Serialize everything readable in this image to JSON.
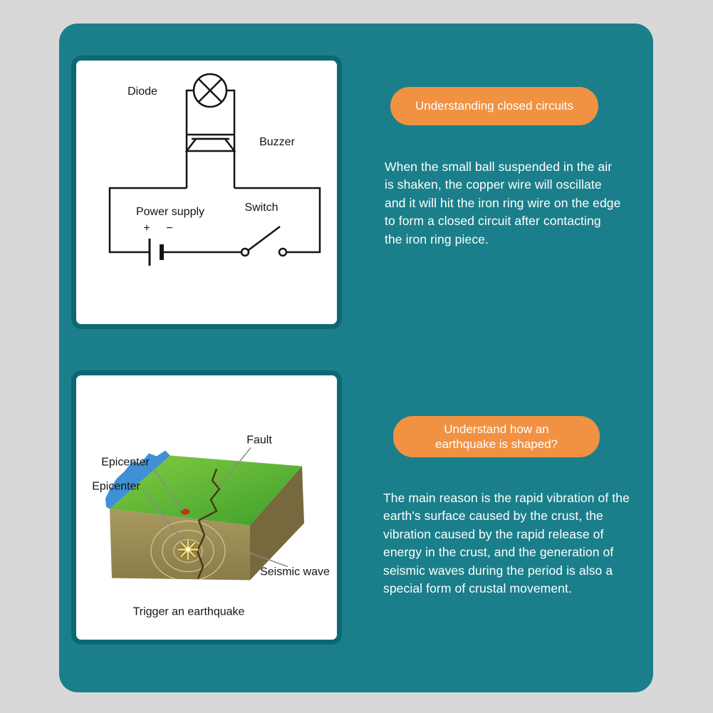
{
  "colors": {
    "page_background": "#d8d8d8",
    "panel": "#1a7f8a",
    "card_border": "#0c6873",
    "badge": "#f09242",
    "badge_text": "#ffffff",
    "body_text": "#ffffff",
    "diagram_ink": "#141414"
  },
  "sections": [
    {
      "badge": "Understanding closed circuits",
      "body": "When the small ball suspended in the air is shaken, the copper wire will oscillate and it will hit the iron ring wire on the edge to form a closed circuit after contacting the iron ring piece.",
      "diagram": {
        "labels": {
          "diode": "Diode",
          "buzzer": "Buzzer",
          "power_supply": "Power supply",
          "switch": "Switch",
          "plus": "+",
          "minus": "−"
        }
      }
    },
    {
      "badge": "Understand how an earthquake is shaped?",
      "body": "The main reason is the rapid vibration of the earth's surface caused by the crust, the vibration caused by the rapid release of energy in the crust, and the generation of seismic waves during the period is also a special form of crustal movement.",
      "diagram": {
        "labels": {
          "fault": "Fault",
          "epicenter_top": "Epicenter",
          "epicenter_bottom": "Epicenter",
          "seismic_wave": "Seismic wave",
          "caption": "Trigger an earthquake"
        }
      }
    }
  ]
}
